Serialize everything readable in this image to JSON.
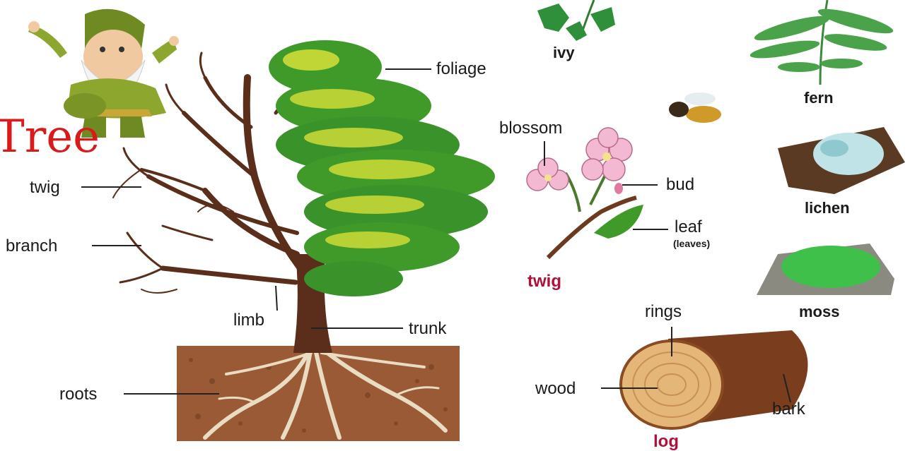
{
  "title": "Tree",
  "labels": {
    "foliage": "foliage",
    "twig": "twig",
    "branch": "branch",
    "limb": "limb",
    "trunk": "trunk",
    "roots": "roots",
    "ivy": "ivy",
    "fern": "fern",
    "blossom": "blossom",
    "bud": "bud",
    "leaf": "leaf",
    "leaves": "(leaves)",
    "twig_caption": "twig",
    "lichen": "lichen",
    "moss": "moss",
    "rings": "rings",
    "wood": "wood",
    "bark": "bark",
    "log_caption": "log"
  },
  "colors": {
    "title": "#d81a1a",
    "caption": "#b0103a",
    "foliage": "#3f9a2a",
    "foliage_highlight": "#d7e03a",
    "bark": "#5a2e1a",
    "soil": "#9a5a35",
    "root": "#e9dcc3",
    "log_face": "#e4b778",
    "moss": "#3fc04a",
    "lichen": "#bfe3e6"
  }
}
